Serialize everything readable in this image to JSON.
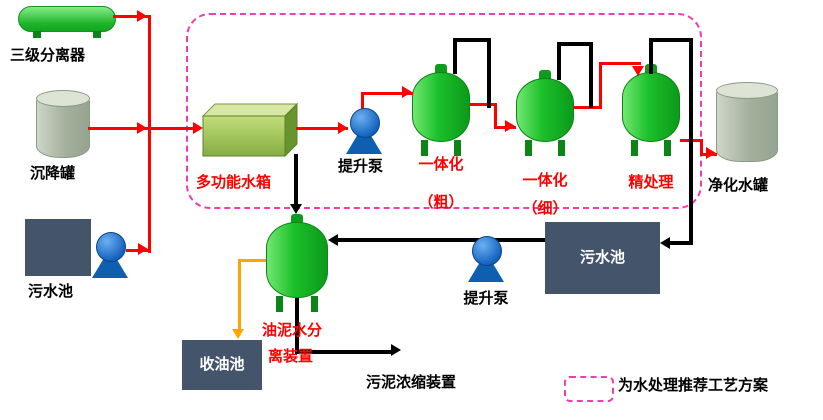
{
  "equipment": {
    "separator": "三级分离器",
    "settling_tank": "沉降罐",
    "sewage_pool_left": "污水池",
    "multifunction_tank": "多功能水箱",
    "lift_pump_top": "提升泵",
    "integrated_coarse": {
      "line1": "一体化",
      "line2": "（粗）"
    },
    "integrated_fine": {
      "line1": "一体化",
      "line2": "（细）"
    },
    "polishing": "精处理",
    "purified_tank": "净化水罐",
    "sewage_pool_center": "污水池",
    "lift_pump_bottom": "提升泵",
    "oil_sludge_separator": {
      "line1": "油泥水分",
      "line2": "离装置"
    },
    "oil_collection_pool": "收油池",
    "sludge_thickener": "污泥浓缩装置"
  },
  "legend": {
    "text": "为水处理推荐工艺方案"
  },
  "colors": {
    "equipment_green": "#1CC02B",
    "tank_box_green": "#8FBC4C",
    "pump_blue": "#1464C0",
    "dark_pool": "#44546A",
    "pipe_red": "#FF0000",
    "pipe_black": "#000000",
    "pipe_orange": "#FFA500",
    "dashed_pink": "#F23CB4",
    "label_red": "#FF0000"
  }
}
